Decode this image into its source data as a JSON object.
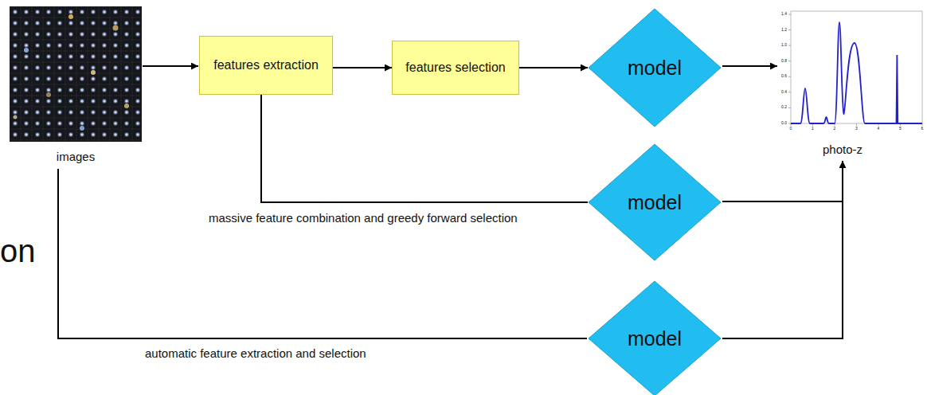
{
  "diagram": {
    "nodes": [
      {
        "text": [
          "features extraction"
        ]
      },
      {
        "text": [
          "features selection"
        ]
      },
      {
        "text": [
          "model"
        ]
      },
      {
        "text": [
          "model"
        ]
      },
      {
        "text": [
          "model"
        ]
      }
    ],
    "edges": [
      {
        "from": 0,
        "to": 1,
        "arrow": "to"
      },
      {
        "from": 1,
        "to": 2,
        "arrow": "to"
      },
      {
        "from": 0,
        "to": 3,
        "arrow": "none"
      }
    ],
    "labels": [
      "images",
      "photo-z",
      "massive feature combination and greedy forward selection",
      "automatic feature extraction and selection",
      "on",
      "1.4",
      "1.2",
      "1.0",
      "0.8",
      "0.6",
      "0.4",
      "0.2",
      "0.0",
      "0",
      "1",
      "2",
      "3",
      "4",
      "5",
      "6"
    ]
  }
}
